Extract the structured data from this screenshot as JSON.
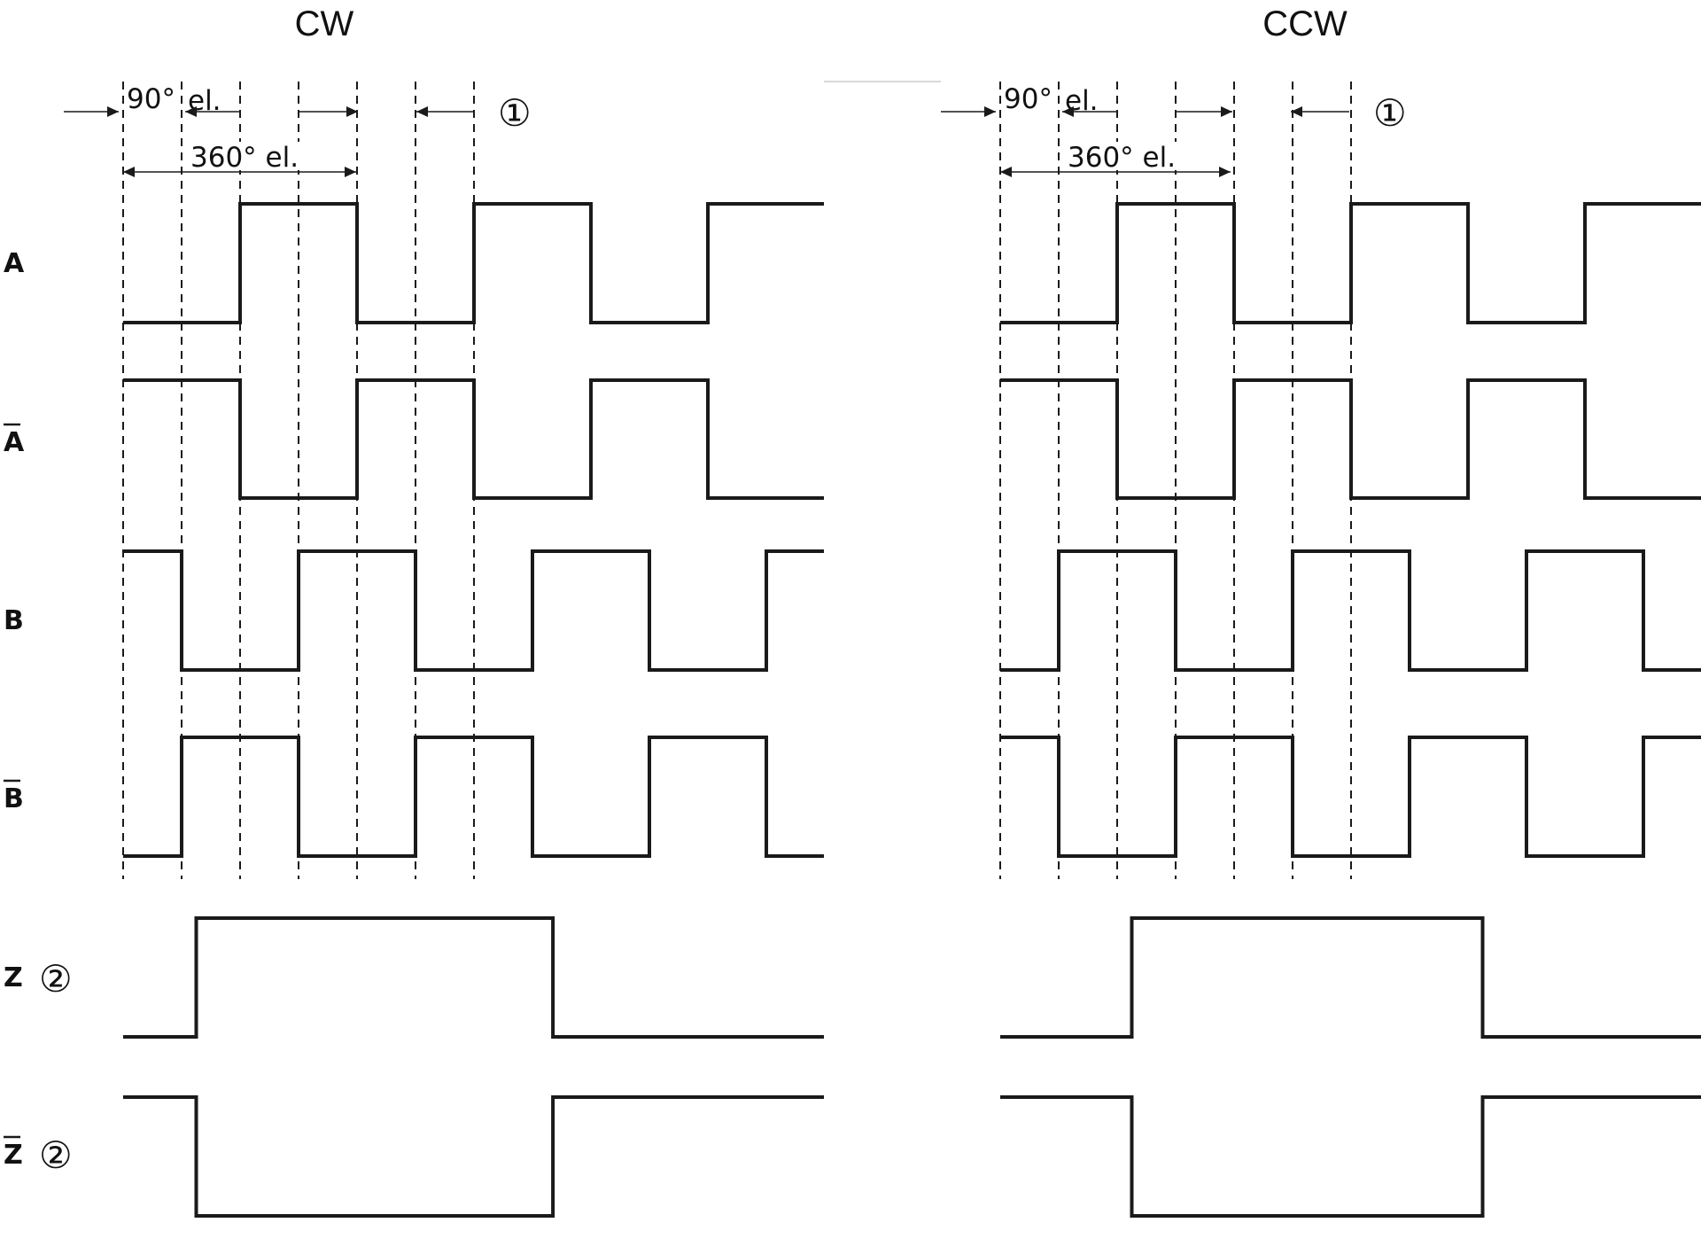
{
  "labels": {
    "A": "A",
    "A_bar": "A",
    "B": "B",
    "B_bar": "B",
    "Z": "Z",
    "Z_bar": "Z",
    "note_1": "①",
    "note_2": "②",
    "angle_90": "90°",
    "angle_90_unit": "el.",
    "angle_360": "360° el."
  },
  "panels": [
    {
      "id": "cw",
      "title": "CW",
      "signals": {
        "A": {
          "initial": "low",
          "transitions": [
            2,
            4,
            6,
            8,
            10
          ]
        },
        "A_bar": {
          "initial": "high",
          "transitions": [
            2,
            4,
            6,
            8,
            10
          ]
        },
        "B": {
          "initial": "high",
          "transitions": [
            1,
            3,
            5,
            7,
            9,
            11
          ]
        },
        "B_bar": {
          "initial": "low",
          "transitions": [
            1,
            3,
            5,
            7,
            9,
            11
          ]
        },
        "Z": {
          "initial": "low",
          "transitions": [
            1.25,
            7.35
          ]
        },
        "Z_bar": {
          "initial": "high",
          "transitions": [
            1.25,
            7.35
          ]
        }
      }
    },
    {
      "id": "ccw",
      "title": "CCW",
      "signals": {
        "A": {
          "initial": "low",
          "transitions": [
            2,
            4,
            6,
            8,
            10
          ]
        },
        "A_bar": {
          "initial": "high",
          "transitions": [
            2,
            4,
            6,
            8,
            10
          ]
        },
        "B": {
          "initial": "low",
          "transitions": [
            1,
            3,
            5,
            7,
            9,
            11
          ]
        },
        "B_bar": {
          "initial": "high",
          "transitions": [
            1,
            3,
            5,
            7,
            9,
            11
          ]
        },
        "Z": {
          "initial": "low",
          "transitions": [
            2.25,
            8.25
          ]
        },
        "Z_bar": {
          "initial": "high",
          "transitions": [
            2.25,
            8.25
          ]
        }
      }
    }
  ]
}
